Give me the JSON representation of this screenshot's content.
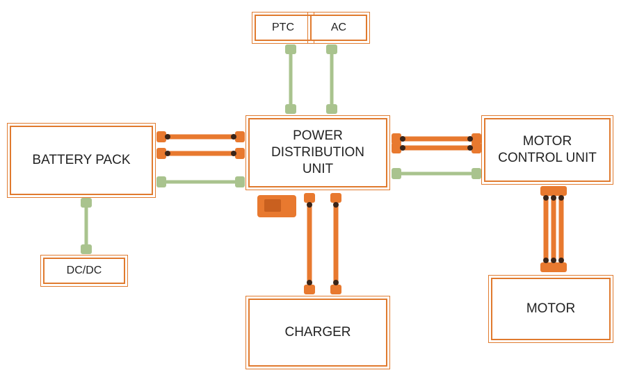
{
  "blocks": {
    "ptc": "PTC",
    "ac": "AC",
    "pdu": "POWER\nDISTRIBUTION\nUNIT",
    "battery": "BATTERY PACK",
    "mcu": "MOTOR\nCONTROL UNIT",
    "dcdc": "DC/DC",
    "charger": "CHARGER",
    "motor": "MOTOR"
  },
  "colors": {
    "border": "#E07A2E",
    "hv_cable": "#E8792F",
    "lv_cable": "#A9C38E",
    "connector_dark": "#3A2418"
  }
}
